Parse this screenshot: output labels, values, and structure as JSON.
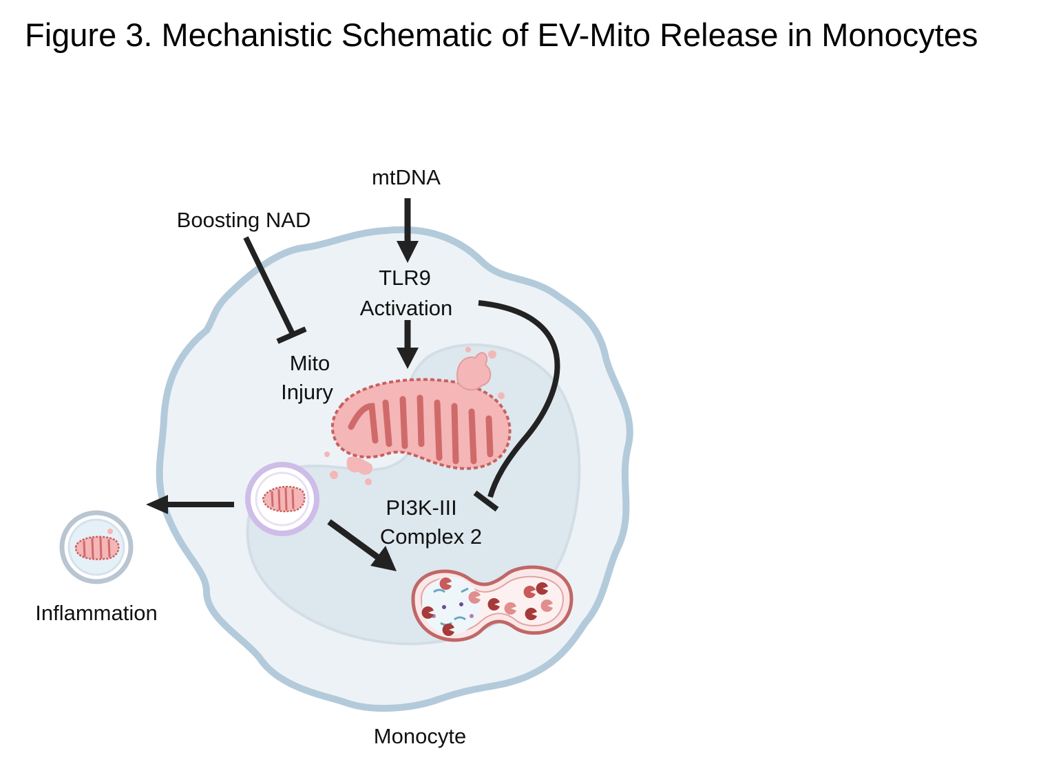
{
  "figure": {
    "title": "Figure 3. Mechanistic Schematic of EV-Mito Release in Monocytes"
  },
  "labels": {
    "mtdna": "mtDNA",
    "boosting_nad": "Boosting NAD",
    "tlr9_line1": "TLR9",
    "tlr9_line2": "Activation",
    "mito_line1": "Mito",
    "mito_line2": "Injury",
    "pi3k_line1": "PI3K-III",
    "pi3k_line2": "Complex 2",
    "inflammation": "Inflammation",
    "monocyte": "Monocyte"
  },
  "colors": {
    "cell_fill": "#edf2f6",
    "cell_stroke": "#b3cadb",
    "nucleus_fill": "#dde7ee",
    "mito_fill": "#f4b6b6",
    "mito_stroke": "#c8605f",
    "vesicle_ring": "#cdbde8",
    "lysosome_stroke": "#c06767",
    "arrow": "#222222"
  },
  "icons": [
    "mitochondrion-icon",
    "extracellular-vesicle-icon",
    "autolysosome-icon"
  ]
}
